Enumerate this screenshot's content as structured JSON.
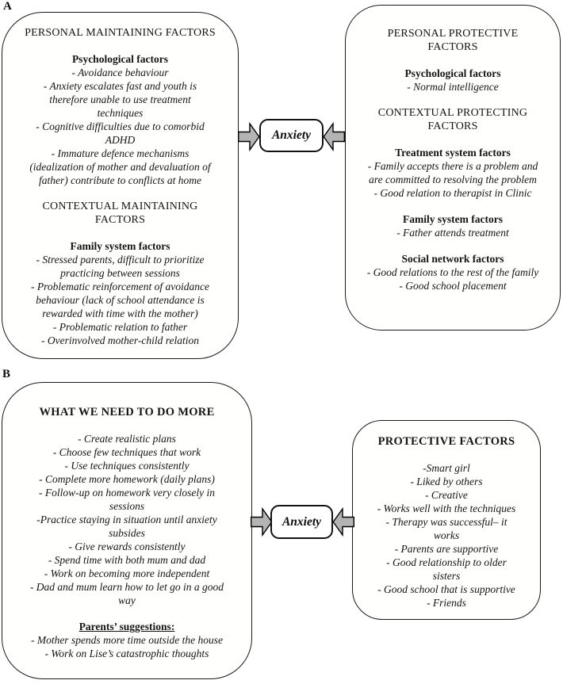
{
  "figure": {
    "colors": {
      "background": "#ffffff",
      "box_border": "#1a1a1a",
      "text": "#141414",
      "arrow_fill": "#b4b4b4",
      "arrow_stroke": "#000000"
    },
    "panel_a": {
      "label": "A",
      "anxiety_label": "Anxiety",
      "left_box": {
        "blocks": [
          {
            "type": "title",
            "text": "PERSONAL MAINTAINING FACTORS"
          },
          {
            "type": "gap"
          },
          {
            "type": "heading",
            "text": "Psychological factors"
          },
          {
            "type": "item",
            "text": "- Avoidance behaviour"
          },
          {
            "type": "item",
            "text": "- Anxiety escalates fast and youth is\ntherefore unable to use treatment\ntechniques"
          },
          {
            "type": "item",
            "text": "- Cognitive difficulties due to comorbid\nADHD"
          },
          {
            "type": "item",
            "text": "- Immature defence mechanisms\n(idealization of mother and devaluation of\nfather) contribute to conflicts at home"
          },
          {
            "type": "gap"
          },
          {
            "type": "title",
            "text": "CONTEXTUAL MAINTAINING\nFACTORS"
          },
          {
            "type": "gap"
          },
          {
            "type": "heading",
            "text": "Family system factors"
          },
          {
            "type": "item",
            "text": "- Stressed parents, difficult to prioritize\npracticing between sessions"
          },
          {
            "type": "item",
            "text": "- Problematic reinforcement of avoidance\nbehaviour (lack of school attendance is\nrewarded with time with the mother)"
          },
          {
            "type": "item",
            "text": "- Problematic relation to father"
          },
          {
            "type": "item",
            "text": "- Overinvolved mother-child relation"
          }
        ]
      },
      "right_box": {
        "blocks": [
          {
            "type": "title",
            "text": "PERSONAL PROTECTIVE\nFACTORS"
          },
          {
            "type": "gap"
          },
          {
            "type": "heading",
            "text": "Psychological factors"
          },
          {
            "type": "item",
            "text": "- Normal intelligence"
          },
          {
            "type": "gap"
          },
          {
            "type": "title",
            "text": "CONTEXTUAL PROTECTING\nFACTORS"
          },
          {
            "type": "gap"
          },
          {
            "type": "heading",
            "text": "Treatment system factors"
          },
          {
            "type": "item",
            "text": "- Family accepts there is a problem and\nare committed to resolving the problem"
          },
          {
            "type": "item",
            "text": "- Good relation to therapist in Clinic"
          },
          {
            "type": "gap"
          },
          {
            "type": "heading",
            "text": "Family system factors"
          },
          {
            "type": "item",
            "text": "- Father attends treatment"
          },
          {
            "type": "gap"
          },
          {
            "type": "heading",
            "text": "Social network factors"
          },
          {
            "type": "item",
            "text": "- Good relations to the rest of the family"
          },
          {
            "type": "item",
            "text": "- Good school placement"
          }
        ]
      }
    },
    "panel_b": {
      "label": "B",
      "anxiety_label": "Anxiety",
      "left_box": {
        "blocks": [
          {
            "type": "title-bold",
            "text": "WHAT WE NEED TO DO MORE"
          },
          {
            "type": "gap"
          },
          {
            "type": "item",
            "text": "- Create realistic plans"
          },
          {
            "type": "item",
            "text": "- Choose few techniques that work"
          },
          {
            "type": "item",
            "text": "- Use techniques consistently"
          },
          {
            "type": "item",
            "text": "- Complete more homework (daily plans)"
          },
          {
            "type": "item",
            "text": "- Follow-up on homework very closely in\nsessions"
          },
          {
            "type": "item",
            "text": "-Practice staying in situation until anxiety\nsubsides"
          },
          {
            "type": "item",
            "text": "- Give rewards consistently"
          },
          {
            "type": "item",
            "text": "- Spend time with both mum and dad"
          },
          {
            "type": "item",
            "text": "- Work on becoming more independent"
          },
          {
            "type": "item",
            "text": "- Dad and mum learn how to let go in a good\nway"
          },
          {
            "type": "gap"
          },
          {
            "type": "heading-underline",
            "text": "Parents’ suggestions:"
          },
          {
            "type": "item",
            "text": "- Mother spends more time outside the house"
          },
          {
            "type": "item",
            "text": "- Work on Lise’s catastrophic thoughts"
          }
        ]
      },
      "right_box": {
        "blocks": [
          {
            "type": "title-bold",
            "text": "PROTECTIVE FACTORS"
          },
          {
            "type": "gap"
          },
          {
            "type": "item",
            "text": "-Smart girl"
          },
          {
            "type": "item",
            "text": "- Liked by others"
          },
          {
            "type": "item",
            "text": "- Creative"
          },
          {
            "type": "item",
            "text": "- Works well with the techniques"
          },
          {
            "type": "item",
            "text": "- Therapy was successful– it\nworks"
          },
          {
            "type": "item",
            "text": "- Parents are supportive"
          },
          {
            "type": "item",
            "text": "- Good relationship to older\nsisters"
          },
          {
            "type": "item",
            "text": "- Good school that is supportive"
          },
          {
            "type": "item",
            "text": "- Friends"
          }
        ]
      }
    }
  }
}
